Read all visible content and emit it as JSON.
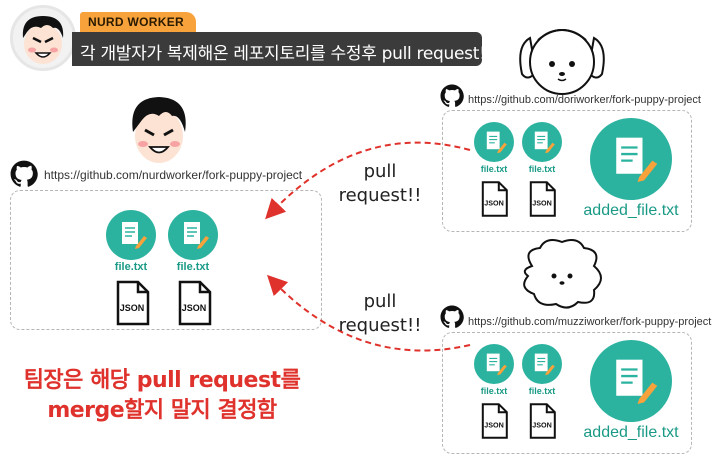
{
  "header": {
    "tag": "NURD WORKER",
    "title": "각 개발자가 복제해온 레포지토리를 수정후 pull request!"
  },
  "main_repo": {
    "url": "https://github.com/nurdworker/fork-puppy-project",
    "files": [
      {
        "label": "file.txt"
      },
      {
        "label": "file.txt"
      }
    ],
    "json_files": [
      "JSON",
      "JSON"
    ]
  },
  "repo_dori": {
    "url": "https://github.com/doriworker/fork-puppy-project",
    "files": [
      {
        "label": "file.txt"
      },
      {
        "label": "file.txt"
      }
    ],
    "json_files": [
      "JSON",
      "JSON"
    ],
    "added_label": "added_file.txt"
  },
  "repo_muzzi": {
    "url": "https://github.com/muzziworker/fork-puppy-project",
    "files": [
      {
        "label": "file.txt"
      },
      {
        "label": "file.txt"
      }
    ],
    "json_files": [
      "JSON",
      "JSON"
    ],
    "added_label": "added_file.txt"
  },
  "pull_labels": {
    "top_line1": "pull",
    "top_line2": "request!!",
    "bottom_line1": "pull",
    "bottom_line2": "request!!"
  },
  "note": {
    "line1": "팀장은 해당 pull request를",
    "line2": "merge할지 말지 결정함"
  },
  "colors": {
    "accent_teal": "#2cb3a0",
    "arrow_red": "#e0322c",
    "tag_orange": "#f7a23b",
    "banner_dark": "#3b3b3b"
  }
}
